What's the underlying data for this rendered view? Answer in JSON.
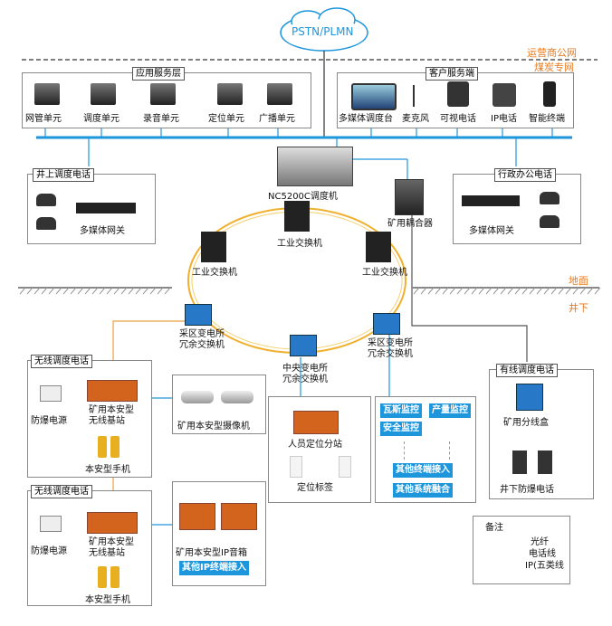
{
  "cloud": "PSTN/PLMN",
  "zones": {
    "carrier": "运营商公网",
    "coal": "煤炭专网",
    "ground": "地面",
    "underground": "井下"
  },
  "app_layer": {
    "title": "应用服务层",
    "units": [
      "网管单元",
      "调度单元",
      "录音单元",
      "定位单元",
      "广播单元"
    ]
  },
  "client_side": {
    "title": "客户服务端",
    "items": [
      "多媒体调度台",
      "麦克风",
      "可视电话",
      "IP电话",
      "智能终端"
    ]
  },
  "mine_phone": {
    "title": "井上调度电话",
    "gateway": "多媒体网关"
  },
  "admin_phone": {
    "title": "行政办公电话",
    "gateway": "多媒体网关"
  },
  "core": {
    "dispatcher": "NC5200C调度机",
    "coupler": "矿用耦合器",
    "switch_top": "工业交换机",
    "switch_left": "工业交换机",
    "switch_right": "工业交换机"
  },
  "substations": {
    "left": "采区变电所\n冗余交换机",
    "right": "采区变电所\n冗余交换机",
    "center": "中央变电所\n冗余交换机"
  },
  "wireless1": {
    "title": "无线调度电话",
    "power": "防爆电源",
    "base": "矿用本安型\n无线基站",
    "handset": "本安型手机"
  },
  "camera": "矿用本安型摄像机",
  "wireless2": {
    "title": "无线调度电话",
    "power": "防爆电源",
    "base": "矿用本安型\n无线基站",
    "handset": "本安型手机"
  },
  "ip_speaker": {
    "label": "矿用本安型IP音箱",
    "tag": "其他IP终端接入"
  },
  "positioning": {
    "station": "人员定位分站",
    "tag": "定位标签"
  },
  "monitoring": {
    "gas": "瓦斯监控",
    "output": "产量监控",
    "safety": "安全监控",
    "other_term": "其他终端接入",
    "other_sys": "其他系统融合"
  },
  "wired": {
    "title": "有线调度电话",
    "box": "矿用分线盒",
    "phone": "井下防爆电话"
  },
  "legend": {
    "title": "备注",
    "fiber": "光纤",
    "phone": "电话线",
    "ip": "IP(五类线"
  }
}
